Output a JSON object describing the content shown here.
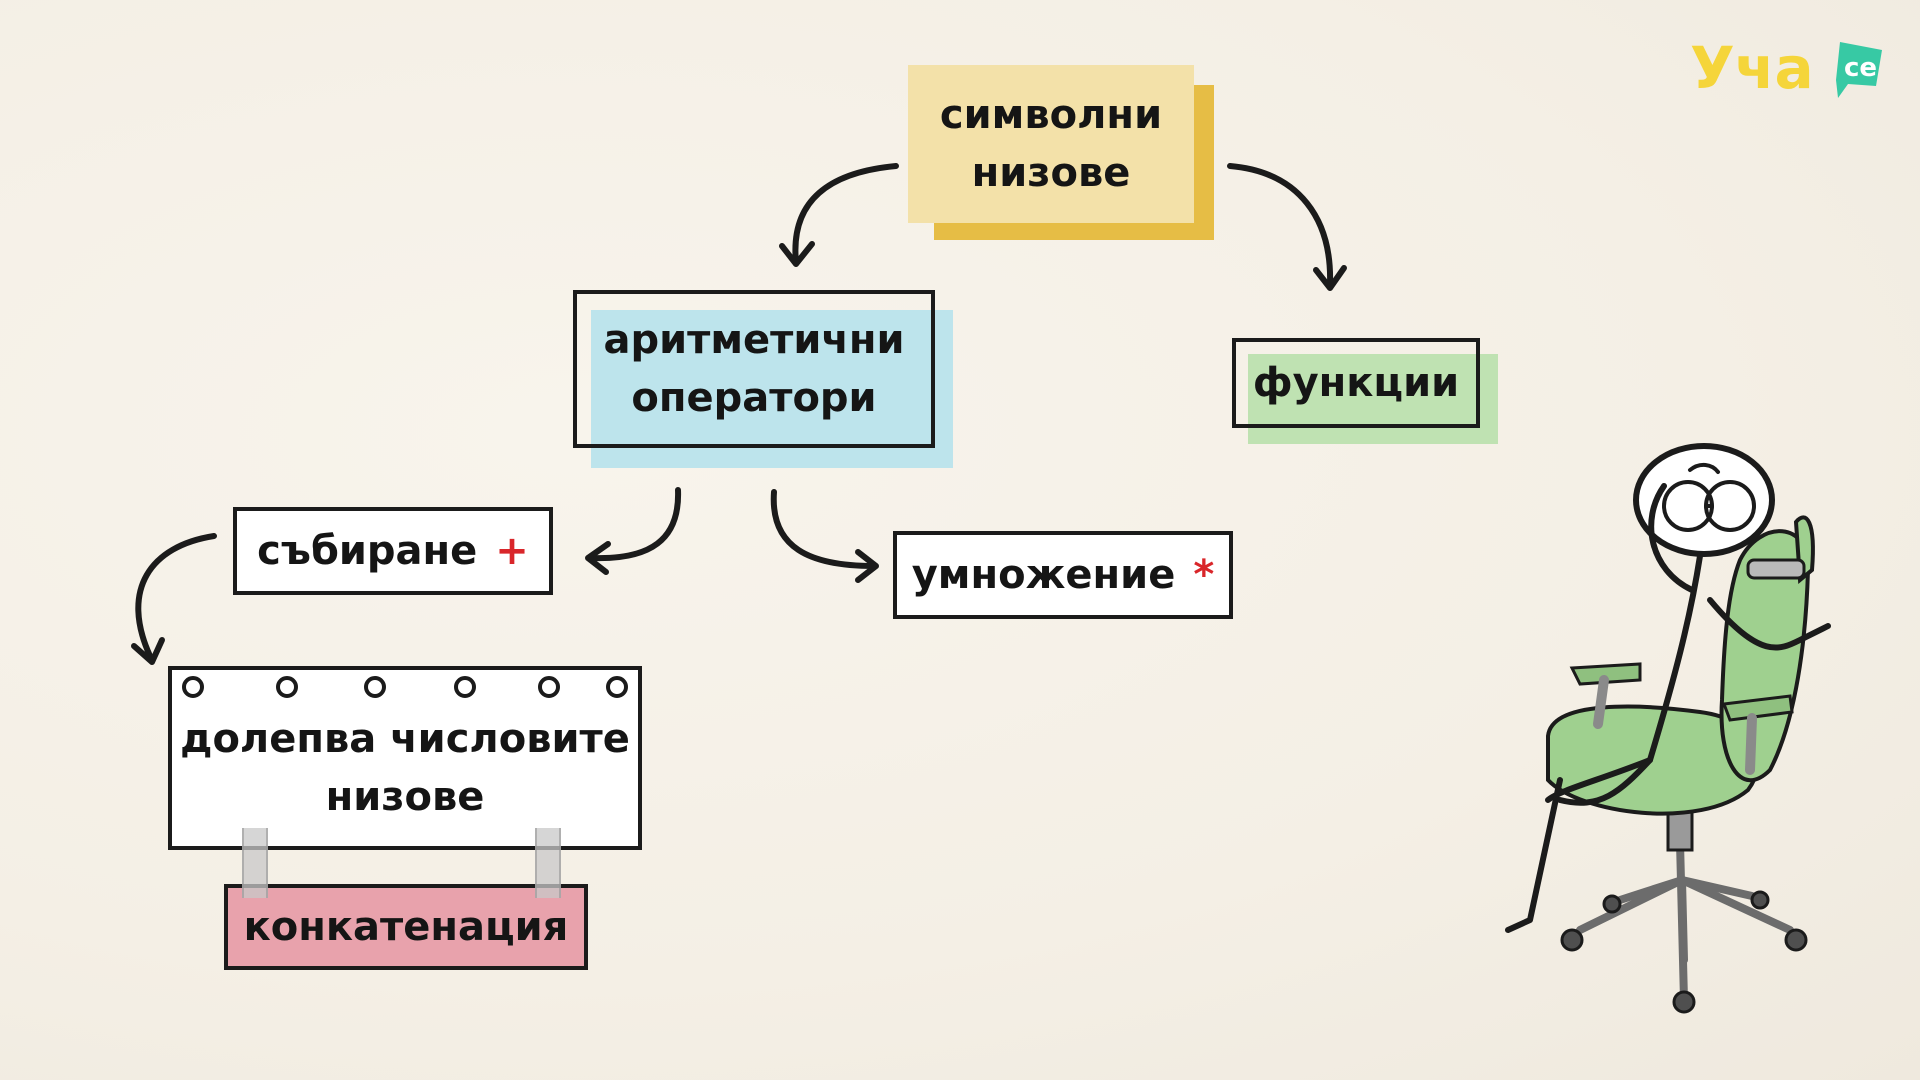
{
  "logo": {
    "text": "Уча",
    "badge": "се",
    "colors": {
      "text": "#f5d53a",
      "badge": "#37c9a4"
    }
  },
  "diagram": {
    "root": {
      "line1": "символни",
      "line2": "низове",
      "color": "#f3e1a9",
      "shadow_color": "#e6bd45"
    },
    "arithmetic": {
      "line1": "аритметични",
      "line2": "оператори",
      "color": "#bde4ec"
    },
    "functions": {
      "label": "функции",
      "color": "#bfe2b2"
    },
    "addition": {
      "label": "събиране",
      "sign": "+"
    },
    "multiplication": {
      "label": "умножение",
      "sign": "*"
    },
    "note": {
      "line1": "долепва числовите",
      "line2": "низове"
    },
    "concatenation": {
      "label": "конкатенация",
      "color": "#e8a2ac"
    }
  },
  "illustration": {
    "subject": "thinking stick figure in green office chair",
    "chair_color": "#9fd08f"
  },
  "colors": {
    "background": "#f6f1e8",
    "ink": "#1b1b1b",
    "sign_red": "#d9262a"
  }
}
